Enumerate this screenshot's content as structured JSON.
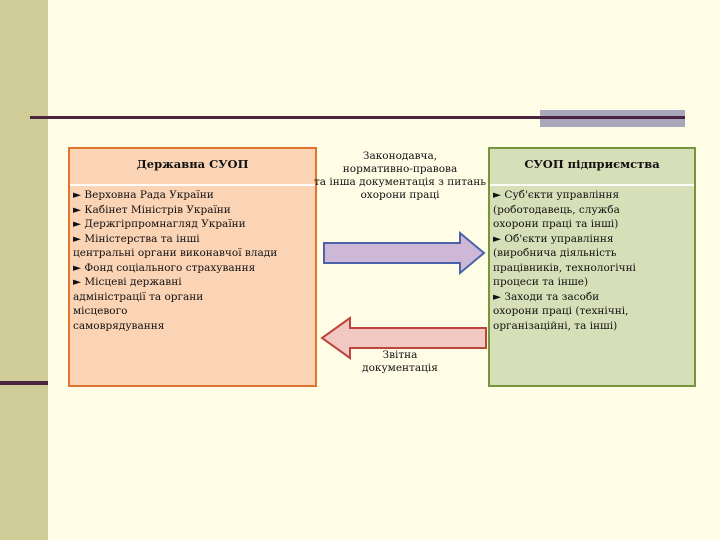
{
  "left_box": {
    "title": "Державна СУОП",
    "items": [
      "► Верховна Рада України",
      "► Кабінет Міністрів України",
      "► Держгірпромнагляд України",
      "► Міністерства та інші",
      "центральні органи виконавчої влади",
      "► Фонд соціального страхування",
      "► Місцеві державні",
      "адміністрації та органи",
      "місцевого",
      "самоврядування"
    ]
  },
  "right_box": {
    "title": "СУОП підприємства",
    "items": [
      "► Суб'єкти управління",
      "(роботодавець, служба",
      "охорони праці та інші)",
      "► Об'єкти управління",
      "(виробнича діяльність",
      "працівників, технологічні",
      "процеси та інше)",
      "► Заходи та засоби",
      "охорони праці (технічні,",
      "організаційні, та інші)"
    ]
  },
  "arrows": {
    "top_label": [
      "Законодавча,",
      "нормативно-правова",
      "та інша документація з питань",
      "охорони праці"
    ],
    "bottom_label": [
      "Звітна",
      "документація"
    ]
  },
  "colors": {
    "left_fill": "#fbd3b5",
    "left_border": "#e0752f",
    "right_fill": "#d6dfb8",
    "right_border": "#77963b",
    "arrow_right_fill": "#cdb8d8",
    "arrow_right_stroke": "#4a63a8",
    "arrow_left_fill": "#f2c8c2",
    "arrow_left_stroke": "#bd4540"
  }
}
